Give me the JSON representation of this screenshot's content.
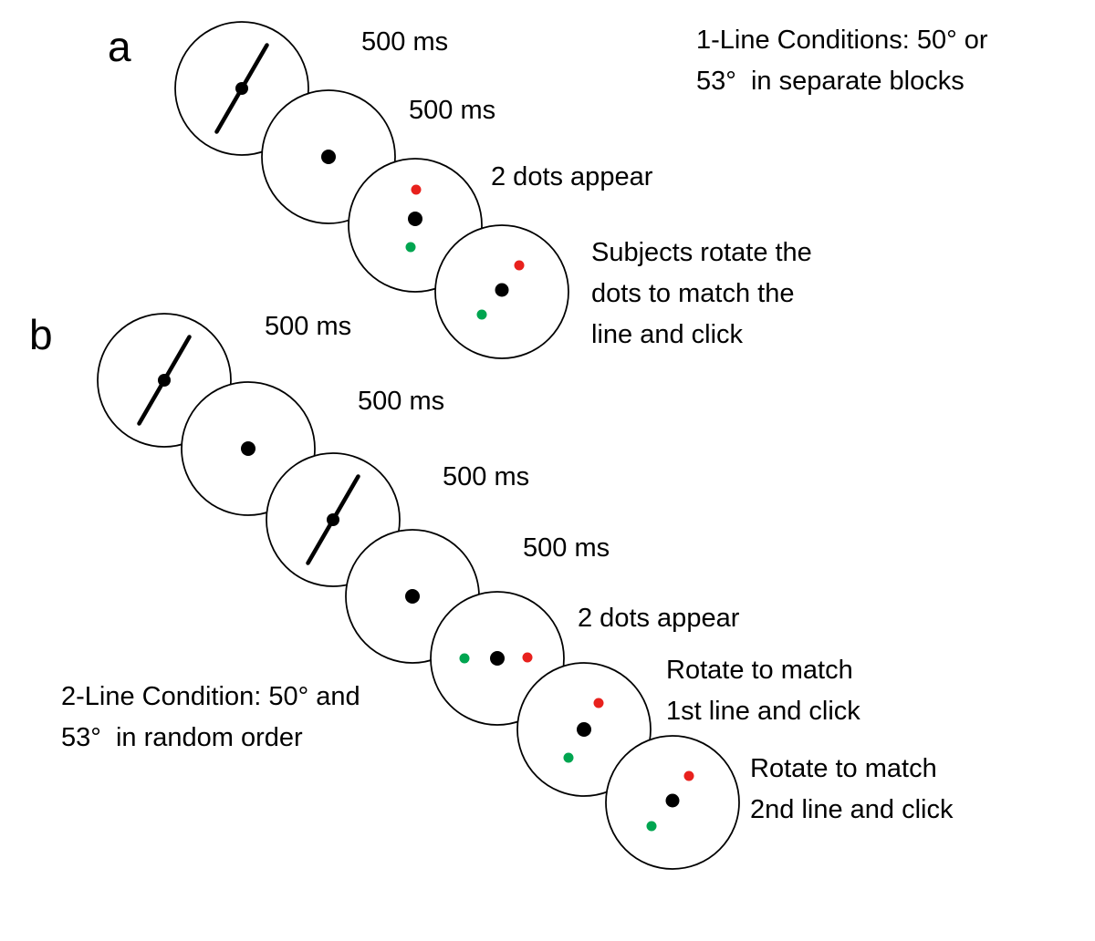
{
  "colors": {
    "red_dot": "#e8211d",
    "green_dot": "#00a550",
    "black": "#000000"
  },
  "panel_a": {
    "label": "a",
    "durations": {
      "frame1": "500 ms",
      "frame2": "500 ms"
    },
    "dots_appear": "2 dots appear",
    "instruction": "Subjects rotate the\ndots to match the\nline and click",
    "condition": "1-Line Conditions: 50° or\n53°  in separate blocks"
  },
  "panel_b": {
    "label": "b",
    "durations": {
      "frame1": "500 ms",
      "frame2": "500 ms",
      "frame3": "500 ms",
      "frame4": "500 ms"
    },
    "dots_appear": "2 dots appear",
    "instruction_first": "Rotate to match\n1st line and click",
    "instruction_second": "Rotate to match\n2nd line and click",
    "condition": "2-Line Condition: 50° and\n53°  in random order"
  }
}
